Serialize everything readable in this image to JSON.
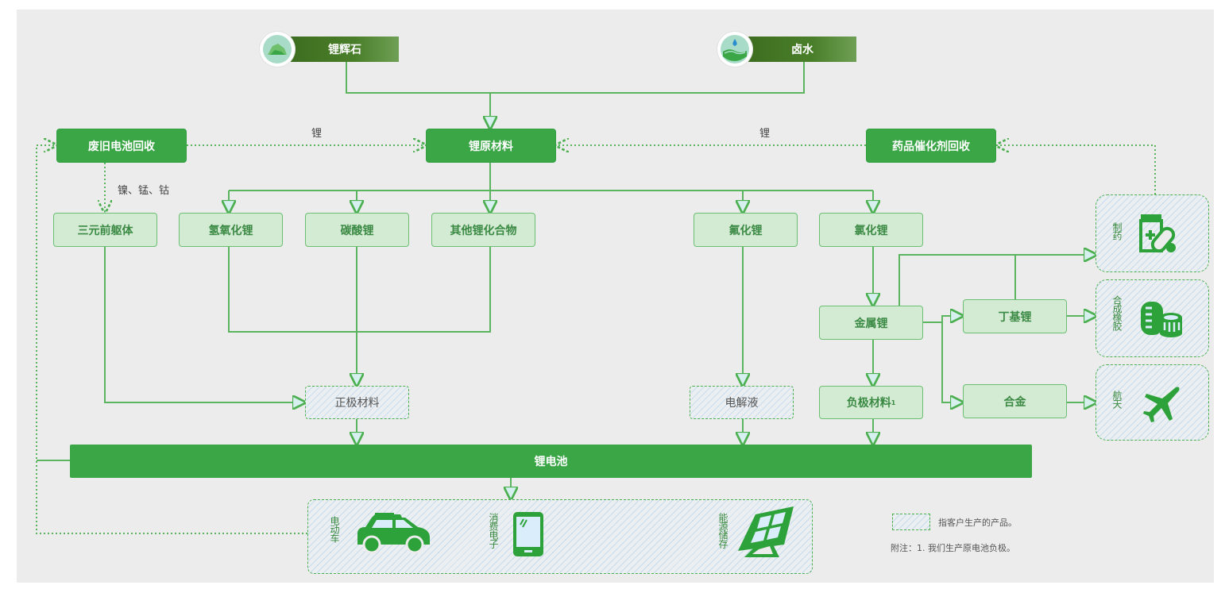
{
  "sources": [
    {
      "id": "spodumene",
      "label": "锂辉石",
      "icon": "mineral-rock-icon"
    },
    {
      "id": "brine",
      "label": "卤水",
      "icon": "water-drop-icon"
    }
  ],
  "recycling": {
    "battery": "废旧电池回收",
    "pharma": "药品催化剂回收"
  },
  "edge_labels": {
    "battery_to_raw": "锂",
    "pharma_to_raw": "锂",
    "battery_to_precursor": "镍、锰、钴"
  },
  "raw_material": "锂原材料",
  "compounds": {
    "ternary_precursor": "三元前躯体",
    "lithium_hydroxide": "氢氧化锂",
    "lithium_carbonate": "碳酸锂",
    "other_compounds": "其他锂化合物",
    "lithium_fluoride": "氟化锂",
    "lithium_chloride": "氯化锂",
    "lithium_metal": "金属锂",
    "butyl_lithium": "丁基锂",
    "alloy": "合金"
  },
  "components": {
    "cathode": "正极材料",
    "electrolyte": "电解液",
    "anode": "负极材料",
    "anode_note_ref": "1"
  },
  "battery": "锂电池",
  "end_uses": [
    {
      "label": "电动车",
      "icon": "car-icon"
    },
    {
      "label": "消费电子",
      "icon": "smartphone-icon"
    },
    {
      "label": "能源储存",
      "icon": "solar-panel-icon"
    }
  ],
  "side_uses": [
    {
      "label": "制药",
      "icon": "medicine-icon"
    },
    {
      "label": "合成橡胶",
      "icon": "tire-icon"
    },
    {
      "label": "航天",
      "icon": "airplane-icon"
    }
  ],
  "legend": {
    "hatched_box": "指客户生产的产品。",
    "footnote": "附注：1. 我们生产原电池负极。"
  },
  "colors": {
    "dark_green": "#3aa646",
    "light_green_fill": "#d3ead3",
    "line_green": "#5bb55f",
    "panel_bg": "#ececec"
  }
}
